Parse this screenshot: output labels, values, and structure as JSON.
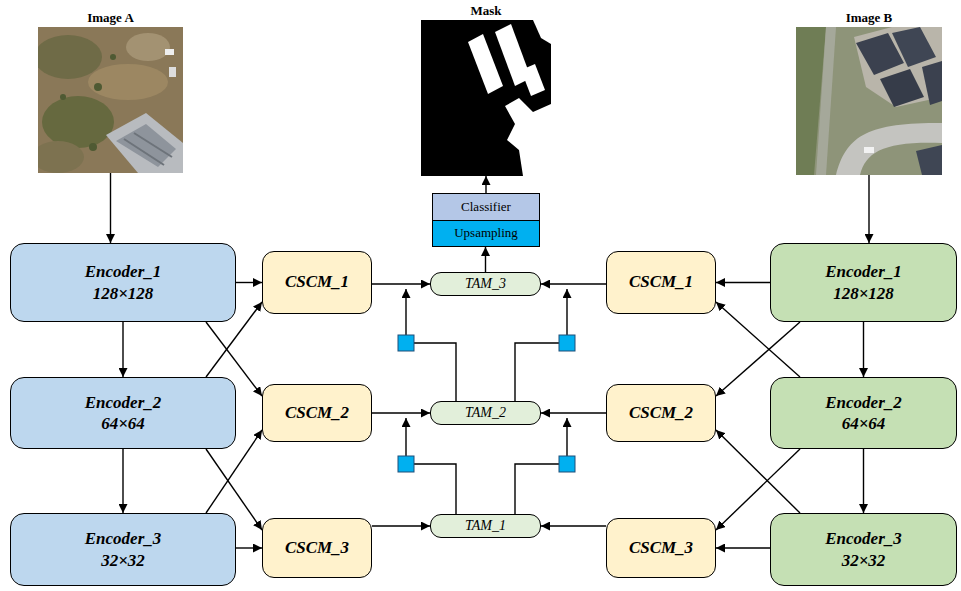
{
  "diagram": {
    "nodes": [
      {
        "text": [
          "Image A"
        ]
      },
      {
        "text": [
          "Mask"
        ]
      },
      {
        "text": [
          "Image B"
        ]
      },
      {
        "text": [
          "Classifier"
        ]
      },
      {
        "text": [
          "Upsampling"
        ]
      },
      {
        "text": [
          "Encoder_1 128×128"
        ]
      },
      {
        "text": [
          "CSCM_1"
        ]
      },
      {
        "text": [
          "TAM_3"
        ]
      },
      {
        "text": [
          "CSCM_1"
        ]
      },
      {
        "text": [
          "Encoder_1 128×128"
        ]
      },
      {
        "text": [
          "Encoder_2 64×64"
        ]
      },
      {
        "text": [
          "CSCM_2"
        ]
      },
      {
        "text": [
          "TAM_2"
        ]
      },
      {
        "text": [
          "CSCM_2"
        ]
      },
      {
        "text": [
          "Encoder_2 64×64"
        ]
      },
      {
        "text": [
          "Encoder_3 32×32"
        ]
      },
      {
        "text": [
          "CSCM_3"
        ]
      },
      {
        "text": [
          "TAM_1"
        ]
      },
      {
        "text": [
          "CSCM_3"
        ]
      },
      {
        "text": [
          "Encoder_3 32×32"
        ]
      }
    ],
    "edges": [
      {
        "from": 0,
        "to": 5,
        "arrow": "to"
      },
      {
        "from": 5,
        "to": 10,
        "arrow": "to"
      },
      {
        "from": 10,
        "to": 15,
        "arrow": "to"
      },
      {
        "from": 5,
        "to": 6,
        "arrow": "to"
      },
      {
        "from": 5,
        "to": 11,
        "arrow": "to"
      },
      {
        "from": 10,
        "to": 6,
        "arrow": "to"
      },
      {
        "from": 10,
        "to": 16,
        "arrow": "to"
      },
      {
        "from": 15,
        "to": 11,
        "arrow": "to"
      },
      {
        "from": 15,
        "to": 16,
        "arrow": "to"
      },
      {
        "from": 2,
        "to": 9,
        "arrow": "to"
      },
      {
        "from": 9,
        "to": 14,
        "arrow": "to"
      },
      {
        "from": 14,
        "to": 19,
        "arrow": "to"
      },
      {
        "from": 9,
        "to": 8,
        "arrow": "to"
      },
      {
        "from": 9,
        "to": 13,
        "arrow": "to"
      },
      {
        "from": 14,
        "to": 8,
        "arrow": "to"
      },
      {
        "from": 14,
        "to": 18,
        "arrow": "to"
      },
      {
        "from": 19,
        "to": 13,
        "arrow": "to"
      },
      {
        "from": 19,
        "to": 18,
        "arrow": "to"
      },
      {
        "from": 6,
        "to": 7,
        "arrow": "to"
      },
      {
        "from": 8,
        "to": 7,
        "arrow": "to"
      },
      {
        "from": 11,
        "to": 12,
        "arrow": "to"
      },
      {
        "from": 13,
        "to": 12,
        "arrow": "to"
      },
      {
        "from": 16,
        "to": 17,
        "arrow": "to"
      },
      {
        "from": 18,
        "to": 17,
        "arrow": "to"
      },
      {
        "from": 17,
        "to": 12,
        "arrow": "to"
      },
      {
        "from": 17,
        "to": 12,
        "arrow": "to"
      },
      {
        "from": 12,
        "to": 7,
        "arrow": "to"
      },
      {
        "from": 12,
        "to": 7,
        "arrow": "to"
      },
      {
        "from": 7,
        "to": 4,
        "arrow": "to"
      },
      {
        "from": 3,
        "to": 1,
        "arrow": "to"
      }
    ]
  }
}
